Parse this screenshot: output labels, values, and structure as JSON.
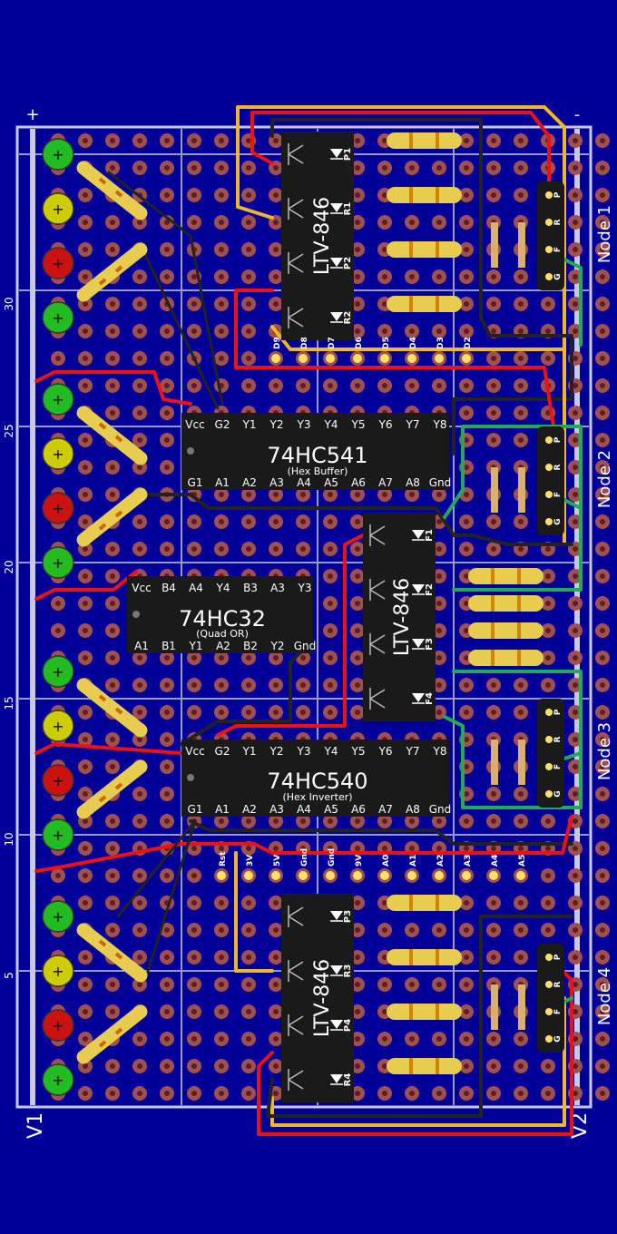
{
  "board": {
    "plus_label": "+",
    "minus_label": "-",
    "v1_label": "V1",
    "v2_label": "V2",
    "row_numbers": [
      "30",
      "25",
      "20",
      "15",
      "10",
      "5"
    ]
  },
  "chips": {
    "hc541": {
      "name": "74HC541",
      "subtitle": "(Hex Buffer)",
      "top_pins": [
        "Vcc",
        "G2",
        "Y1",
        "Y2",
        "Y3",
        "Y4",
        "Y5",
        "Y6",
        "Y7",
        "Y8"
      ],
      "bottom_pins": [
        "G1",
        "A1",
        "A2",
        "A3",
        "A4",
        "A5",
        "A6",
        "A7",
        "A8",
        "Gnd"
      ]
    },
    "hc540": {
      "name": "74HC540",
      "subtitle": "(Hex Inverter)",
      "top_pins": [
        "Vcc",
        "G2",
        "Y1",
        "Y2",
        "Y3",
        "Y4",
        "Y5",
        "Y6",
        "Y7",
        "Y8"
      ],
      "bottom_pins": [
        "G1",
        "A1",
        "A2",
        "A3",
        "A4",
        "A5",
        "A6",
        "A7",
        "A8",
        "Gnd"
      ]
    },
    "hc32": {
      "name": "74HC32",
      "subtitle": "(Quad OR)",
      "top_pins": [
        "Vcc",
        "B4",
        "A4",
        "Y4",
        "B3",
        "A3",
        "Y3"
      ],
      "bottom_pins": [
        "A1",
        "B1",
        "Y1",
        "A2",
        "B2",
        "Y2",
        "Gnd"
      ]
    },
    "ltv_top": {
      "name": "LTV-846",
      "pins": [
        "P1",
        "R1",
        "P2",
        "R2"
      ]
    },
    "ltv_mid": {
      "name": "LTV-846",
      "pins": [
        "F1",
        "F2",
        "F3",
        "F4"
      ]
    },
    "ltv_bot": {
      "name": "LTV-846",
      "pins": [
        "P3",
        "R3",
        "P4",
        "R4"
      ]
    }
  },
  "header_top": [
    "D9",
    "D8",
    "D7",
    "D6",
    "D5",
    "D4",
    "D3",
    "D2"
  ],
  "header_bottom": [
    "Rst",
    "3V",
    "5V",
    "Gnd",
    "Gnd",
    "9V",
    "A0",
    "A1",
    "A2",
    "A3",
    "A4",
    "A5"
  ],
  "connector_pins": [
    "P",
    "R",
    "F",
    "G"
  ],
  "nodes": [
    "Node 1",
    "Node 2",
    "Node 3",
    "Node 4"
  ],
  "colors": {
    "board": "#000099",
    "hole": "#a05050",
    "hole_center": "#5a1f1f",
    "chip": "#1a1a1a",
    "wire_red": "#ee1111",
    "wire_yellow": "#f0b828",
    "wire_black": "#222222",
    "wire_green": "#22aa55",
    "led_green": "#22bb22",
    "led_yellow": "#cccc00",
    "led_red": "#cc1111",
    "resistor": "#e8cc50"
  }
}
